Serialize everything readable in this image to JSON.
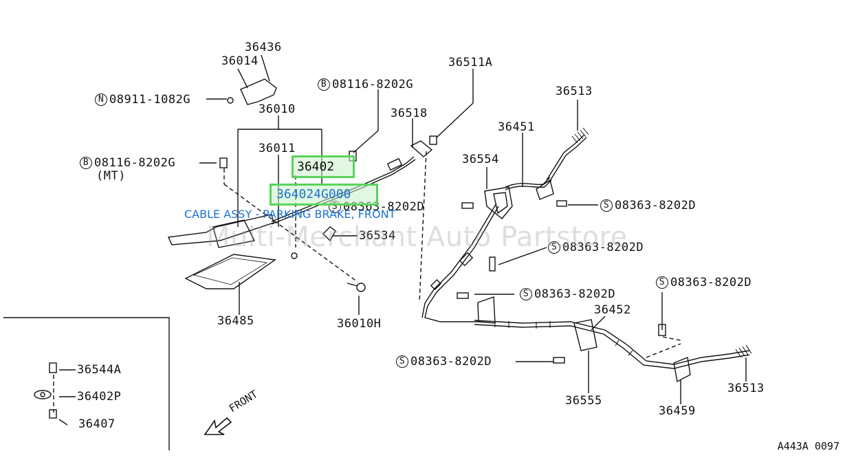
{
  "labels": {
    "p36436": "36436",
    "p36014": "36014",
    "p08911": "08911-1082G",
    "p08911_sym": "N",
    "p08116a": "08116-8202G",
    "p08116a_sym": "B",
    "p36010": "36010",
    "p36511a": "36511A",
    "p36518": "36518",
    "p36513a": "36513",
    "p36451": "36451",
    "p36011": "36011",
    "p08116b": "08116-8202G",
    "p08116b_sym": "B",
    "p08116b_note": "(MT)",
    "p36554": "36554",
    "p08363a": "08363-8202D",
    "p08363a_sym": "S",
    "p08363b": "08363-8202D",
    "p08363b_sym": "S",
    "p36534": "36534",
    "p08363c": "08363-8202D",
    "p08363c_sym": "S",
    "p08363d": "08363-8202D",
    "p08363d_sym": "S",
    "p08363e": "08363-8202D",
    "p08363e_sym": "S",
    "p36452": "36452",
    "p36485": "36485",
    "p36010h": "36010H",
    "p08363f": "08363-8202D",
    "p08363f_sym": "S",
    "p36544a": "36544A",
    "p36402p": "36402P",
    "p36407": "36407",
    "p36555": "36555",
    "p36459": "36459",
    "p36513b": "36513",
    "front": "FRONT",
    "code": "A443A 0097"
  },
  "highlight": {
    "part_a": "36402",
    "part_b": "364024G000",
    "description": "CABLE ASSY - PARKING BRAKE, FRONT",
    "color": "#59d45a",
    "text_color": "#1a73d6"
  },
  "watermark": "Multi-Merchant Auto Partstore"
}
